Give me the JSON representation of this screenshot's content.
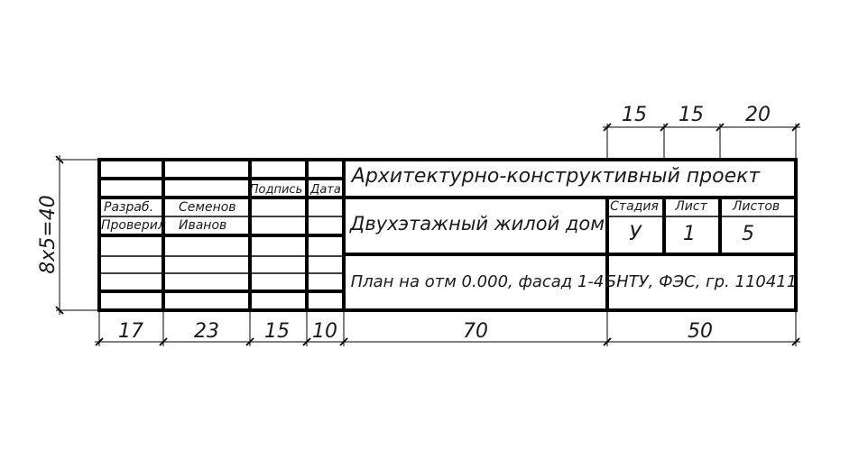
{
  "dimensions": {
    "top": [
      "15",
      "15",
      "20"
    ],
    "bottom": [
      "17",
      "23",
      "15",
      "10",
      "70",
      "50"
    ],
    "left": "8x5=40"
  },
  "headers": {
    "signature": "Подпись",
    "date": "Дата",
    "stage": "Стадия",
    "sheet": "Лист",
    "sheets": "Листов"
  },
  "rows": {
    "developed_label": "Разраб.",
    "developed_name": "Семенов",
    "checked_label": "Проверил",
    "checked_name": "Иванов"
  },
  "title": {
    "project": "Архитектурно-конструктивный проект",
    "building": "Двухэтажный жилой дом",
    "sheet_title": "План на отм 0.000, фасад 1-4",
    "organization": "БНТУ, ФЭС, гр. 110411"
  },
  "values": {
    "stage": "У",
    "sheet": "1",
    "sheets": "5"
  }
}
